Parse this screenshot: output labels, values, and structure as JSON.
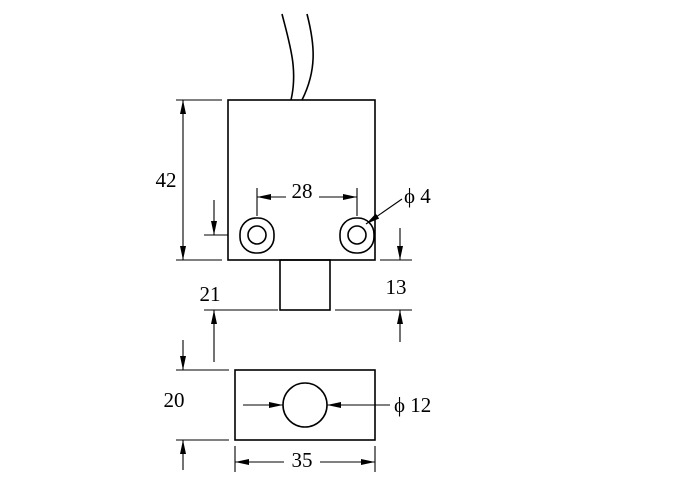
{
  "drawing": {
    "colors": {
      "line": "#000000",
      "background": "#ffffff"
    },
    "labels": {
      "body_height": "42",
      "hole_spacing": "28",
      "mount_hole_diameter": "ϕ 4",
      "boss_height": "13",
      "hole_center_to_boss_bottom": "21",
      "base_height": "20",
      "bore_diameter": "ϕ 12",
      "base_width": "35"
    }
  }
}
